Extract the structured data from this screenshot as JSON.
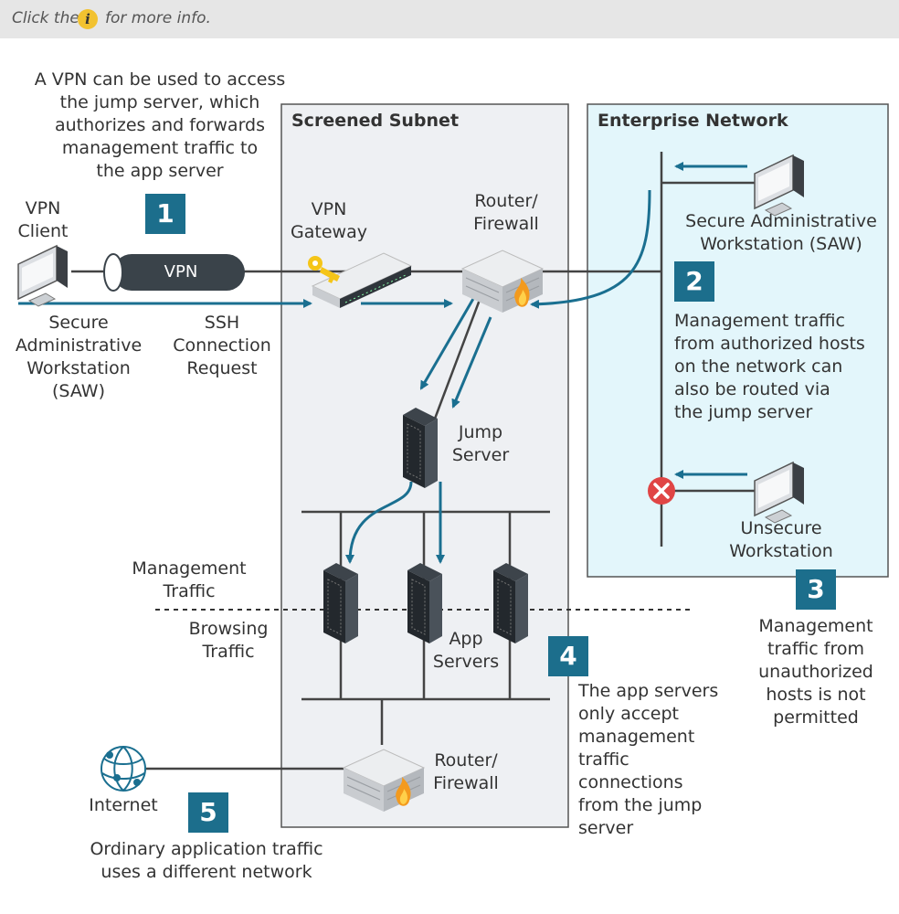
{
  "hint": {
    "before": "Click the",
    "icon": "i",
    "after": "for more info."
  },
  "zones": {
    "screened_subnet": "Screened Subnet",
    "enterprise_network": "Enterprise Network"
  },
  "callouts": [
    {
      "number": "1",
      "text": "A VPN can be used to access\nthe jump server, which\nauthorizes and forwards\nmanagement traffic to\nthe app server"
    },
    {
      "number": "2",
      "text": "Management traffic\nfrom authorized hosts\non the network can\nalso be routed via\nthe jump server"
    },
    {
      "number": "3",
      "text": "Management\ntraffic from\nunauthorized\nhosts is not\npermitted"
    },
    {
      "number": "4",
      "text": "The app servers\nonly accept\nmanagement\ntraffic\nconnections\nfrom the jump\nserver"
    },
    {
      "number": "5",
      "text": "Ordinary application traffic\nuses a different network"
    }
  ],
  "labels": {
    "vpn_client": "VPN\nClient",
    "vpn_tunnel": "VPN",
    "saw_left": "Secure\nAdministrative\nWorkstation\n(SAW)",
    "ssh": "SSH\nConnection\nRequest",
    "vpn_gateway": "VPN\nGateway",
    "router_top": "Router/\nFirewall",
    "jump_server": "Jump\nServer",
    "saw_right": "Secure Administrative\nWorkstation (SAW)",
    "unsecure": "Unsecure\nWorkstation",
    "management_traffic": "Management\nTraffic",
    "browsing_traffic": "Browsing\nTraffic",
    "app_servers": "App\nServers",
    "router_bottom": "Router/\nFirewall",
    "internet": "Internet"
  },
  "colors": {
    "arrow": "#1a6f90",
    "badge": "#1c6e8c",
    "enterprise_bg": "#e3f6fb",
    "subnet_bg": "#eef0f3",
    "block": "#e04545"
  }
}
